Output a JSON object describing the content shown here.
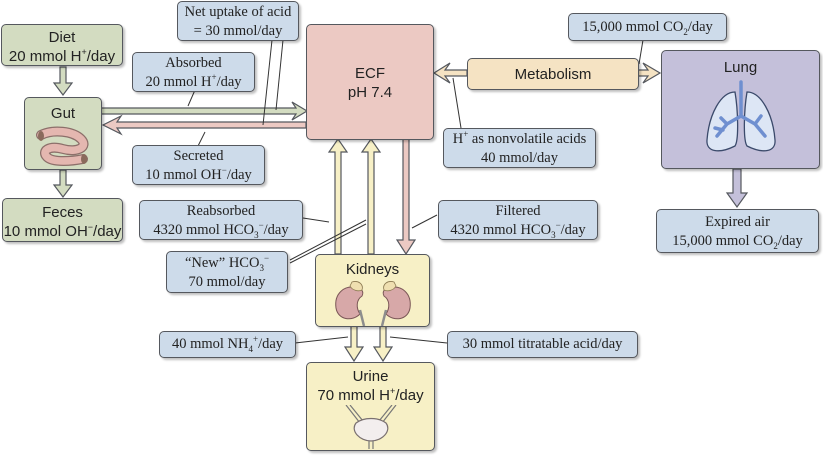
{
  "colors": {
    "gut_fill": "#d3dcc1",
    "callout_fill": "#cddbea",
    "ecf_fill": "#ecc9c3",
    "metabolism_fill": "#f5e3c3",
    "lung_fill": "#c4c0da",
    "kidney_fill": "#f7f0c6",
    "outline": "#55585e"
  },
  "nodes": {
    "diet": {
      "title": "Diet",
      "value": "20 mmol H",
      "sup": "+",
      "unit": "/day"
    },
    "gut": {
      "title": "Gut",
      "icon": "intestine-icon"
    },
    "feces": {
      "title": "Feces",
      "value": "10 mmol OH",
      "sup": "−",
      "unit": "/day"
    },
    "ecf": {
      "title": "ECF",
      "subtitle": "pH 7.4"
    },
    "metabolism": {
      "title": "Metabolism"
    },
    "lung": {
      "title": "Lung",
      "icon": "lungs-icon"
    },
    "expired_air": {
      "title": "Expired air",
      "value": "15,000 mmol CO",
      "sub": "2",
      "unit": "/day"
    },
    "kidneys": {
      "title": "Kidneys",
      "icon": "kidneys-icon"
    },
    "urine": {
      "title": "Urine",
      "value": "70 mmol H",
      "sup": "+",
      "unit": "/day",
      "icon": "bladder-icon"
    }
  },
  "callouts": {
    "net_uptake": {
      "line1": "Net uptake of acid",
      "line2": "= 30 mmol/day"
    },
    "absorbed": {
      "line1": "Absorbed",
      "value": "20 mmol H",
      "sup": "+",
      "unit": "/day"
    },
    "secreted": {
      "line1": "Secreted",
      "value": "10 mmol OH",
      "sup": "−",
      "unit": "/day"
    },
    "co2_metabolism": {
      "value": "15,000 mmol CO",
      "sub": "2",
      "unit": "/day"
    },
    "nonvolatile": {
      "pre": "H",
      "sup": "+",
      "line1": " as nonvolatile acids",
      "line2": "40 mmol/day"
    },
    "reabsorbed": {
      "line1": "Reabsorbed",
      "value": "4320 mmol HCO",
      "sub": "3",
      "sup": "−",
      "unit": "/day"
    },
    "filtered": {
      "line1": "Filtered",
      "value": "4320 mmol HCO",
      "sub": "3",
      "sup": "−",
      "unit": "/day"
    },
    "new_hco3": {
      "value": "“New” HCO",
      "sub": "3",
      "sup": "−",
      "line2": "70 mmol/day"
    },
    "nh4": {
      "value": "40 mmol NH",
      "sub": "4",
      "sup": "+",
      "unit": "/day"
    },
    "titratable": {
      "line1": "30 mmol titratable acid/day"
    }
  }
}
